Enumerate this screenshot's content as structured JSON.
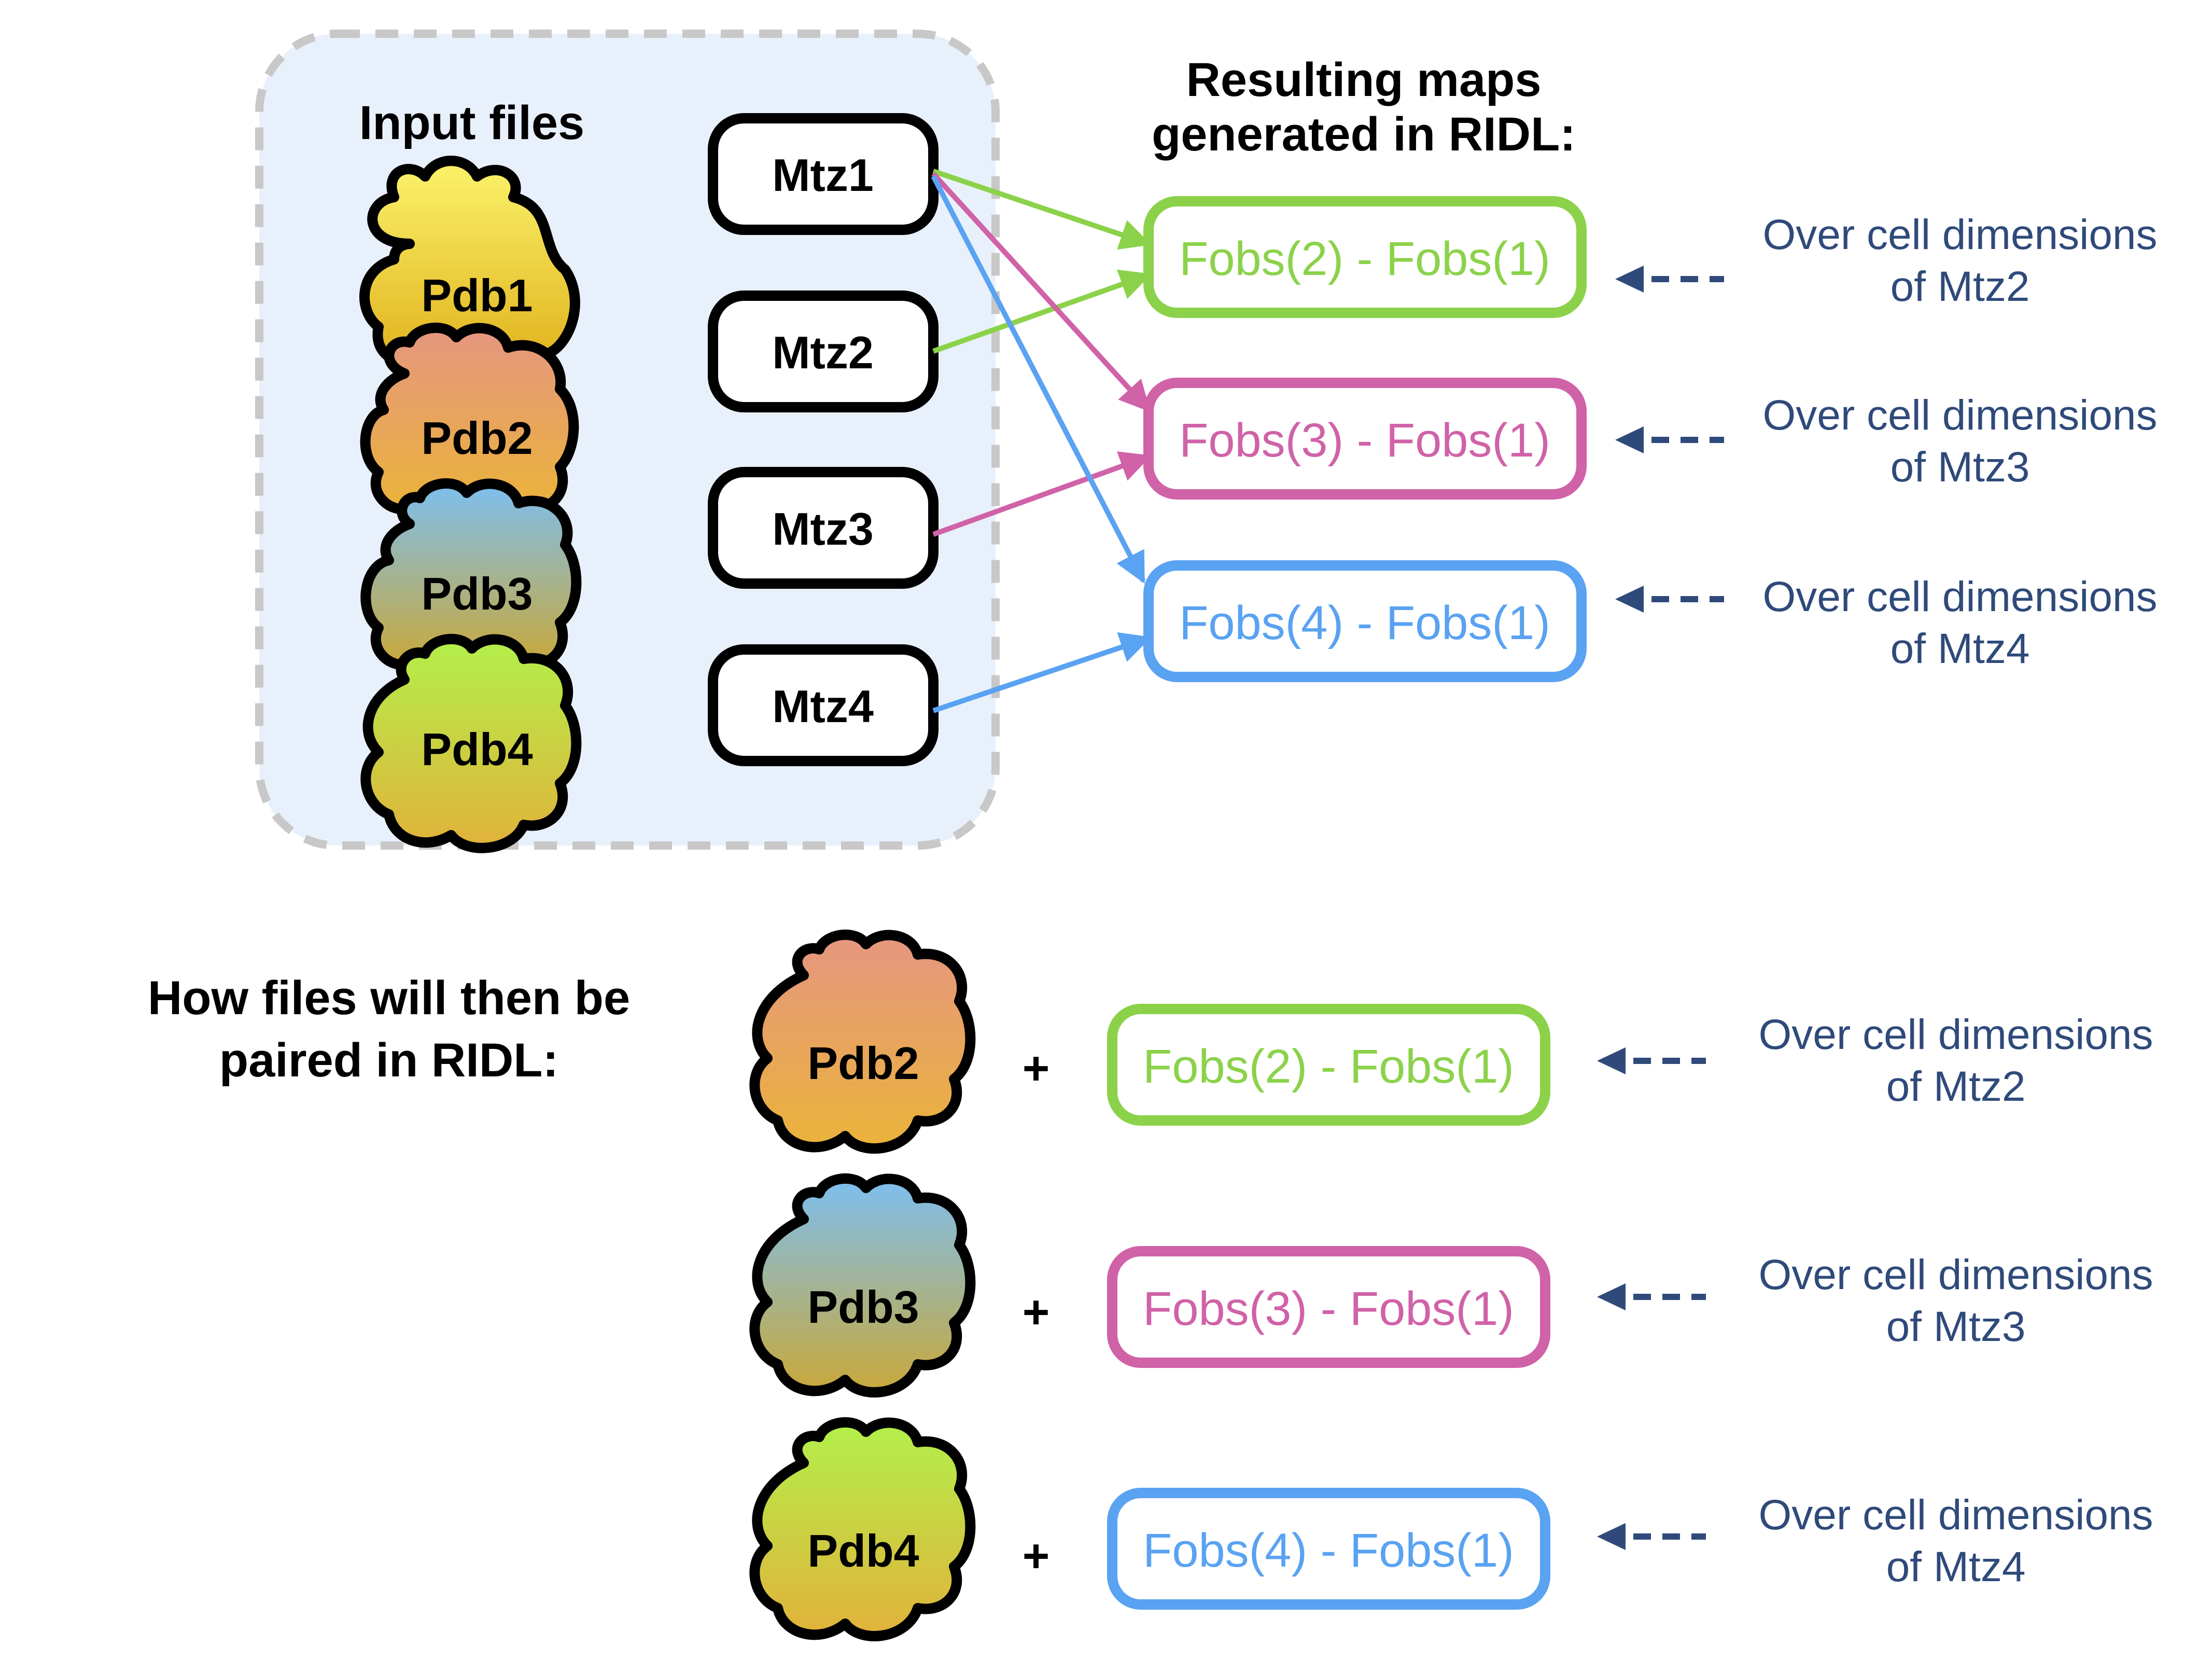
{
  "colors": {
    "green": "#8bd24a",
    "pink": "#d062a8",
    "blue": "#5aa2f2",
    "note": "#2f4a7a",
    "panel_bg": "#e8f1fb",
    "panel_border": "#c8c8c8"
  },
  "input_panel": {
    "title": "Input files",
    "pdbs": [
      {
        "label": "Pdb1",
        "gradient": [
          "#fbf36a",
          "#e0b01c"
        ]
      },
      {
        "label": "Pdb2",
        "gradient": [
          "#e69680",
          "#eab33a"
        ]
      },
      {
        "label": "Pdb3",
        "gradient": [
          "#7dbff0",
          "#c9a83a"
        ]
      },
      {
        "label": "Pdb4",
        "gradient": [
          "#b2f04a",
          "#e2b23a"
        ]
      }
    ],
    "mtzs": [
      "Mtz1",
      "Mtz2",
      "Mtz3",
      "Mtz4"
    ]
  },
  "results": {
    "heading_line1": "Resulting maps",
    "heading_line2": "generated in RIDL:",
    "maps": [
      {
        "label": "Fobs(2) - Fobs(1)",
        "color": "green",
        "note_line1": "Over cell dimensions",
        "note_line2": "of Mtz2"
      },
      {
        "label": "Fobs(3) - Fobs(1)",
        "color": "pink",
        "note_line1": "Over cell dimensions",
        "note_line2": "of Mtz3"
      },
      {
        "label": "Fobs(4) - Fobs(1)",
        "color": "blue",
        "note_line1": "Over cell dimensions",
        "note_line2": "of Mtz4"
      }
    ]
  },
  "pairing": {
    "heading_line1": "How files will then be",
    "heading_line2": "paired in RIDL:",
    "plus_symbol": "+",
    "rows": [
      {
        "pdb": "Pdb2",
        "pdb_gradient": [
          "#e69680",
          "#eab33a"
        ],
        "map": "Fobs(2) - Fobs(1)",
        "color": "green",
        "note_line1": "Over cell dimensions",
        "note_line2": "of Mtz2"
      },
      {
        "pdb": "Pdb3",
        "pdb_gradient": [
          "#7dbff0",
          "#c9a83a"
        ],
        "map": "Fobs(3) - Fobs(1)",
        "color": "pink",
        "note_line1": "Over cell dimensions",
        "note_line2": "of Mtz3"
      },
      {
        "pdb": "Pdb4",
        "pdb_gradient": [
          "#b2f04a",
          "#e2b23a"
        ],
        "map": "Fobs(4) - Fobs(1)",
        "color": "blue",
        "note_line1": "Over cell dimensions",
        "note_line2": "of Mtz4"
      }
    ]
  }
}
